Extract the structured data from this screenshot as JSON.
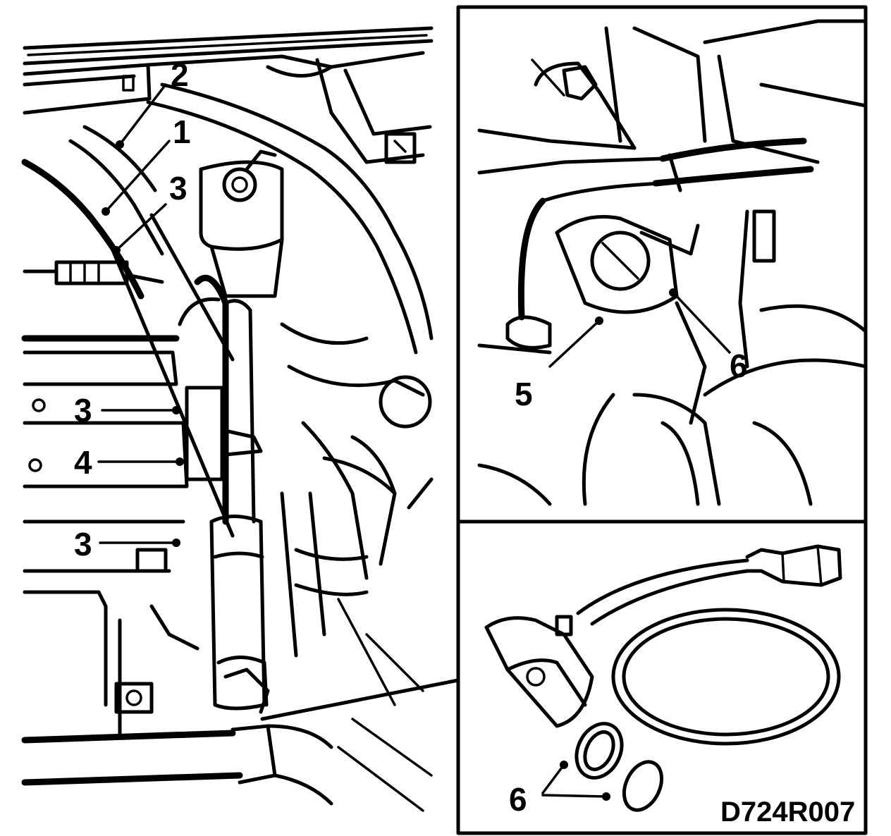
{
  "callouts": {
    "main": [
      "2",
      "1",
      "3",
      "3",
      "4",
      "3"
    ],
    "top_inset": [
      "5",
      "6"
    ],
    "bottom_inset": [
      "6"
    ]
  },
  "drawing_code": "D724R007"
}
